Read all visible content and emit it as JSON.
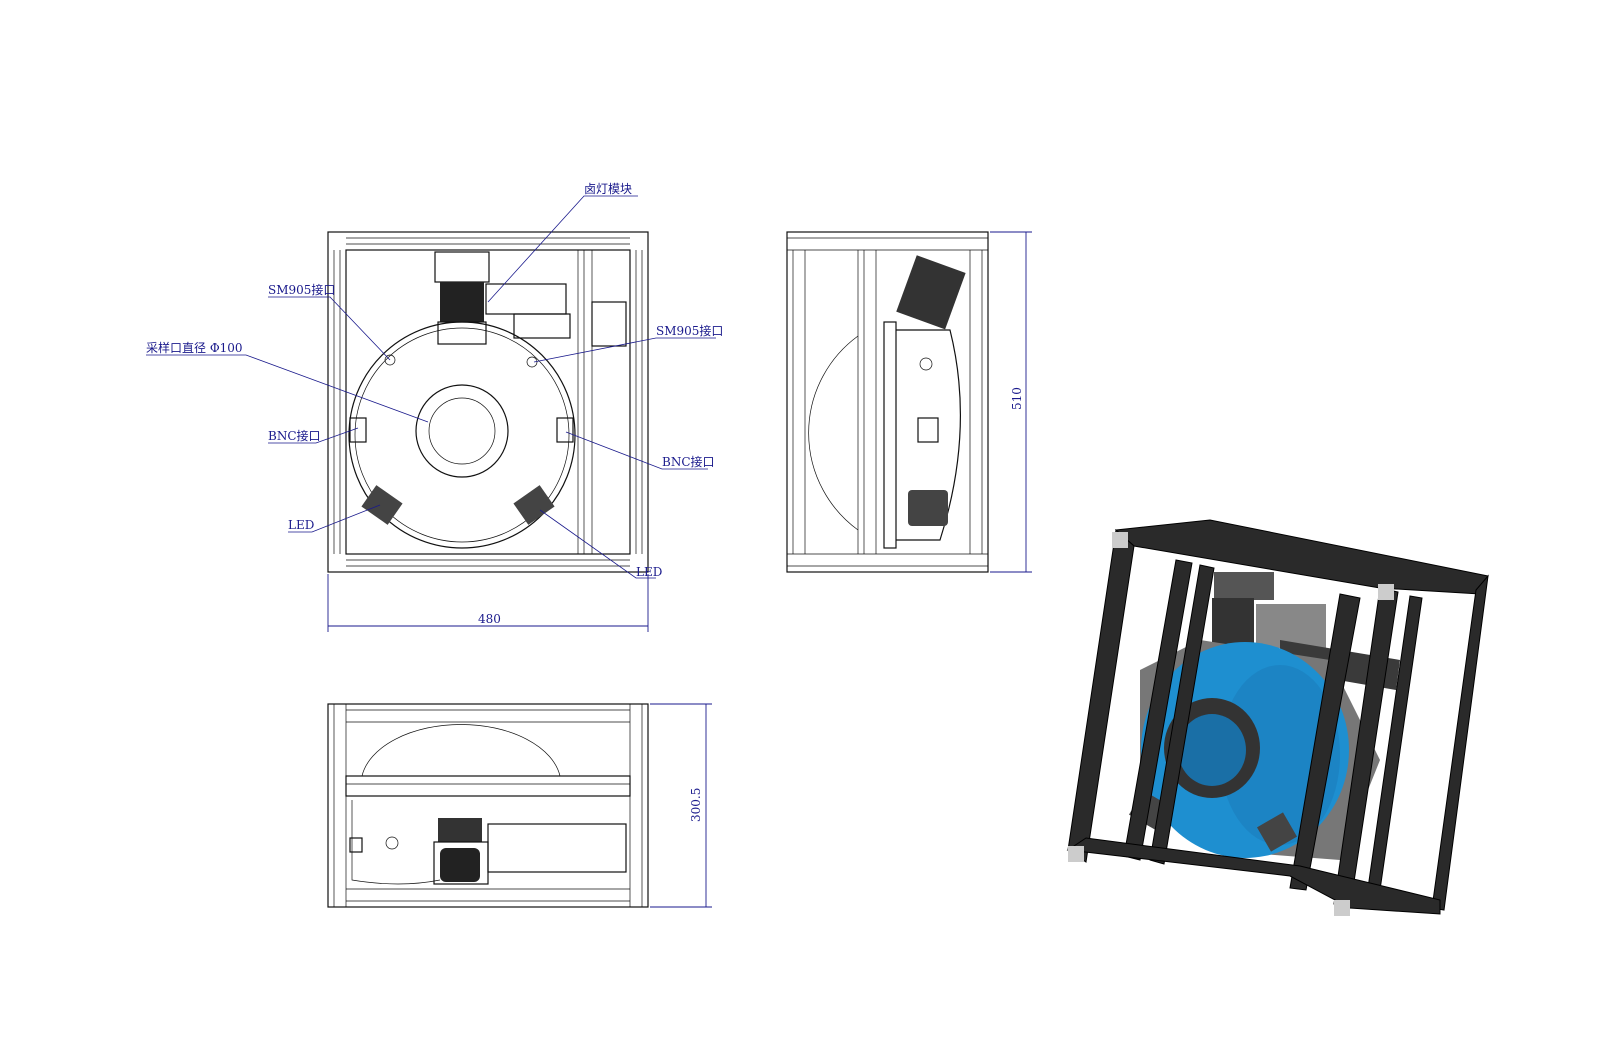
{
  "labels": {
    "halogen_module": "卤灯模块",
    "sm905_left": "SM905接口",
    "sm905_right": "SM905接口",
    "sample_port": "采样口直径 Φ100",
    "bnc_left": "BNC接口",
    "bnc_right": "BNC接口",
    "led_left": "LED",
    "led_right": "LED"
  },
  "dimensions": {
    "width": "480",
    "height": "510",
    "depth": "300.5"
  },
  "colors": {
    "annotation": "#1a1a8c",
    "sphere": "#1e8fd0",
    "frame": "#2a2a2a"
  }
}
